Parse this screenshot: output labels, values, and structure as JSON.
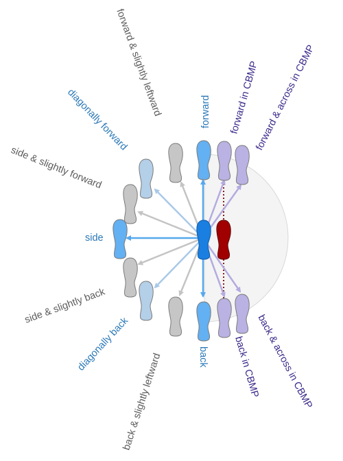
{
  "diagram": {
    "colors": {
      "gray": "#c6c6c6",
      "gray_text": "#5c5c5c",
      "light_blue": "#b4cfe8",
      "mid_blue": "#63b0f2",
      "dark_blue_text": "#2a78b8",
      "center_blue": "#1a7fe0",
      "purple": "#b9b2e3",
      "purple_text": "#3c2a8a",
      "red": "#a00000",
      "circle": "#f4f4f4"
    },
    "labels": {
      "forward_slightly_leftward": "forward & slightly leftward",
      "diagonally_forward": "diagonally forward",
      "side_slightly_forward": "side & slightly forward",
      "side": "side",
      "side_slightly_back": "side & slightly back",
      "diagonally_back": "diagonally back",
      "back_slightly_leftward": "back & slightly leftward",
      "forward": "forward",
      "back": "back",
      "forward_in_cbmp": "forward in CBMP",
      "forward_across_in_cbmp": "forward & across in CBMP",
      "back_in_cbmp": "back in CBMP",
      "back_across_in_cbmp": "back & across in CBMP"
    }
  }
}
